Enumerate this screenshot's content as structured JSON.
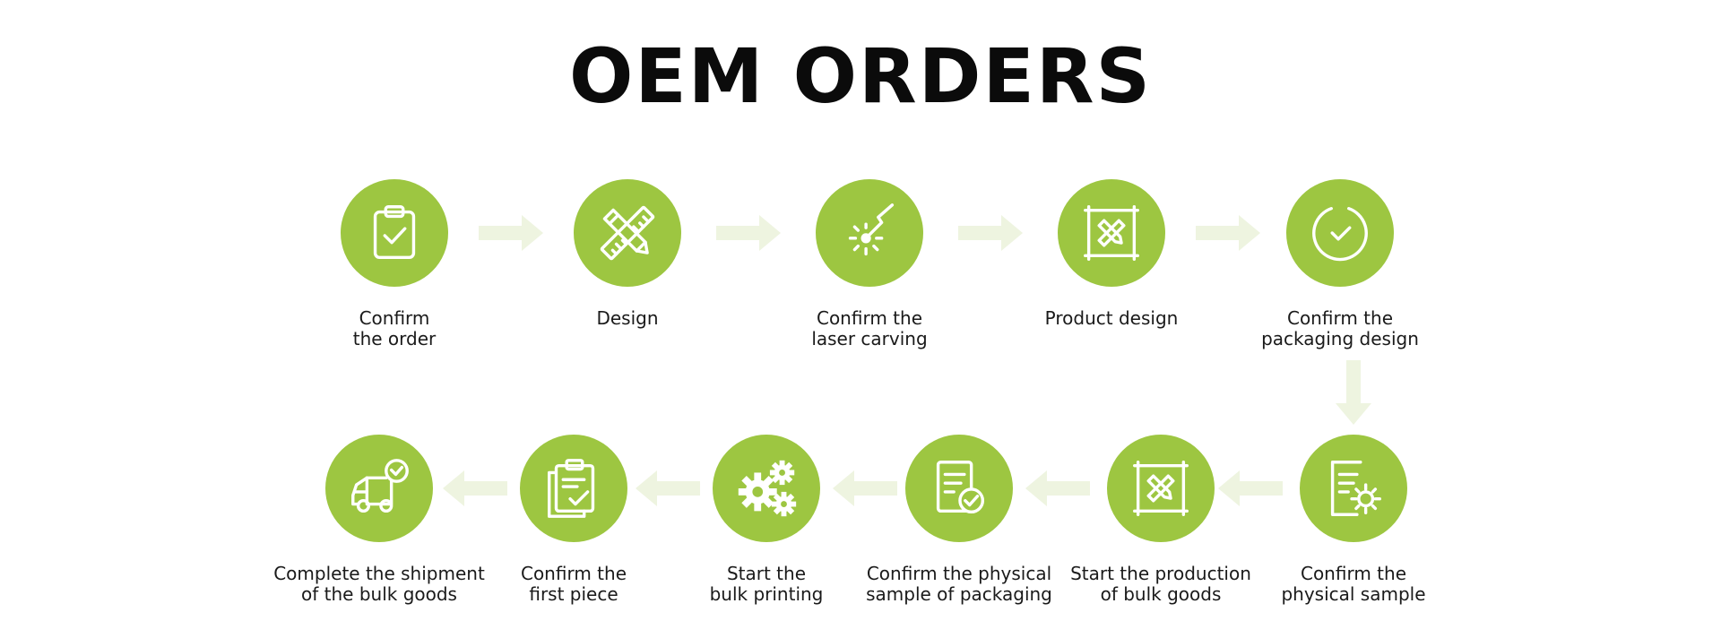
{
  "title": "OEM ORDERS",
  "colors": {
    "accent": "#9dc641",
    "arrow": "#eef4e0",
    "icon_stroke": "#ffffff"
  },
  "steps": [
    {
      "lines": [
        "Confirm",
        "the order"
      ],
      "icon": "clipboard-check-icon"
    },
    {
      "lines": [
        "Design",
        ""
      ],
      "icon": "ruler-pencil-icon"
    },
    {
      "lines": [
        "Confirm the",
        "laser carving"
      ],
      "icon": "laser-spark-icon"
    },
    {
      "lines": [
        "Product design",
        ""
      ],
      "icon": "design-board-icon"
    },
    {
      "lines": [
        "Confirm the",
        "packaging design"
      ],
      "icon": "circle-check-icon"
    },
    {
      "lines": [
        "Confirm the",
        "physical sample"
      ],
      "icon": "document-gear-icon"
    },
    {
      "lines": [
        "Start the production",
        "of bulk goods"
      ],
      "icon": "design-board-icon"
    },
    {
      "lines": [
        "Confirm the physical",
        "sample of packaging"
      ],
      "icon": "document-check-icon"
    },
    {
      "lines": [
        "Start the",
        "bulk printing"
      ],
      "icon": "gears-icon"
    },
    {
      "lines": [
        "Confirm the",
        "first piece"
      ],
      "icon": "clipboard-stack-check-icon"
    },
    {
      "lines": [
        "Complete the shipment",
        "of the bulk goods"
      ],
      "icon": "delivery-truck-icon"
    }
  ]
}
